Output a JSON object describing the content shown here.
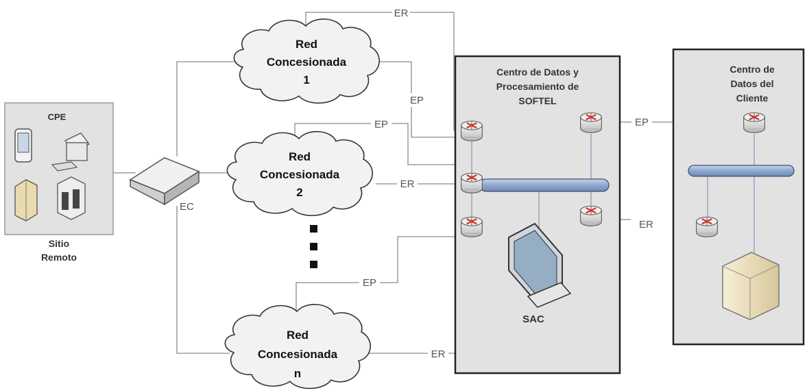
{
  "remote_site": {
    "cpe_label": "CPE",
    "site_label_line1": "Sitio",
    "site_label_line2": "Remoto"
  },
  "edge_label": "EC",
  "clouds": {
    "red1": {
      "line1": "Red",
      "line2": "Concesionada",
      "line3": "1"
    },
    "red2": {
      "line1": "Red",
      "line2": "Concesionada",
      "line3": "2"
    },
    "redn": {
      "line1": "Red",
      "line2": "Concesionada",
      "line3": "n"
    }
  },
  "softel_center": {
    "title_line1": "Centro de Datos y",
    "title_line2": "Procesamiento de",
    "title_line3": "SOFTEL",
    "sac_label": "SAC"
  },
  "client_center": {
    "title_line1": "Centro de",
    "title_line2": "Datos del",
    "title_line3": "Cliente"
  },
  "link_labels": {
    "er_top": "ER",
    "ep_1": "EP",
    "ep_2": "EP",
    "er_2": "ER",
    "ep_client": "EP",
    "er_right": "ER",
    "ep_n": "EP",
    "er_n": "ER"
  }
}
